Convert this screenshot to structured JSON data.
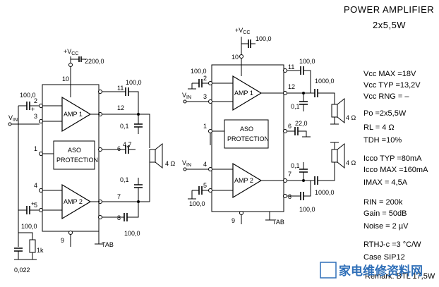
{
  "title": {
    "line1": "POWER  AMPLIFIER",
    "line2": "2x5,5W"
  },
  "left_circuit": {
    "supply": "+V",
    "supply_sub": "CC",
    "supply_cap": "2200,0",
    "input": "V",
    "input_sub": "IN",
    "amp1": "AMP 1",
    "amp2": "AMP 2",
    "aso_line1": "ASO",
    "aso_line2": "PROTECTION",
    "pins": [
      "10",
      "2",
      "3",
      "1",
      "4",
      "5",
      "11",
      "12",
      "6",
      "7",
      "8",
      "9"
    ],
    "cap_in1": "100,0",
    "cap_in2": "100,0",
    "cap_bs": "100,0",
    "cap_out1": "0,1",
    "cap_out2": "0,1",
    "cap_6": "4,7",
    "cap_bs2": "100,0",
    "cap_rc": "0,022",
    "res_rc": "1k",
    "load": "4 Ω",
    "tab": "TAB"
  },
  "right_circuit": {
    "supply": "+V",
    "supply_sub": "CC",
    "supply_cap": "100,0",
    "input1": "V",
    "input1_sub": "IN",
    "input2": "V",
    "input2_sub": "IN",
    "amp1": "AMP 1",
    "amp2": "AMP 2",
    "aso_line1": "ASO",
    "aso_line2": "PROTECTION",
    "pins": [
      "10",
      "2",
      "3",
      "1",
      "4",
      "5",
      "11",
      "12",
      "6",
      "7",
      "8",
      "9"
    ],
    "cap_in1": "100,0",
    "cap_in2": "100,0",
    "cap_bs1": "100,0",
    "cap_out1": "1000,0",
    "cap_zo1": "0,1",
    "cap_6": "22,0",
    "cap_zo2": "0,1",
    "cap_out2": "1000,0",
    "cap_bs2": "100,0",
    "load1": "4 Ω",
    "load2": "4 Ω",
    "tab": "TAB"
  },
  "specs": [
    "Vcc MAX =18V",
    "Vcc TYP =13,2V",
    "Vcc RNG = –",
    "Po  =2x5,5W",
    "RL  = 4 Ω",
    "TDH =10%",
    "Icco TYP =80mA",
    "Icco MAX =160mA",
    "IMAX  = 4,5A",
    "RIN  = 200k",
    "Gain  = 50dB",
    "Noise = 2  µV",
    "RTHJ-c =3 °C/W",
    "Case SIP12",
    "Remark: BTL 17,5W"
  ],
  "watermark": "家电维修资料网"
}
